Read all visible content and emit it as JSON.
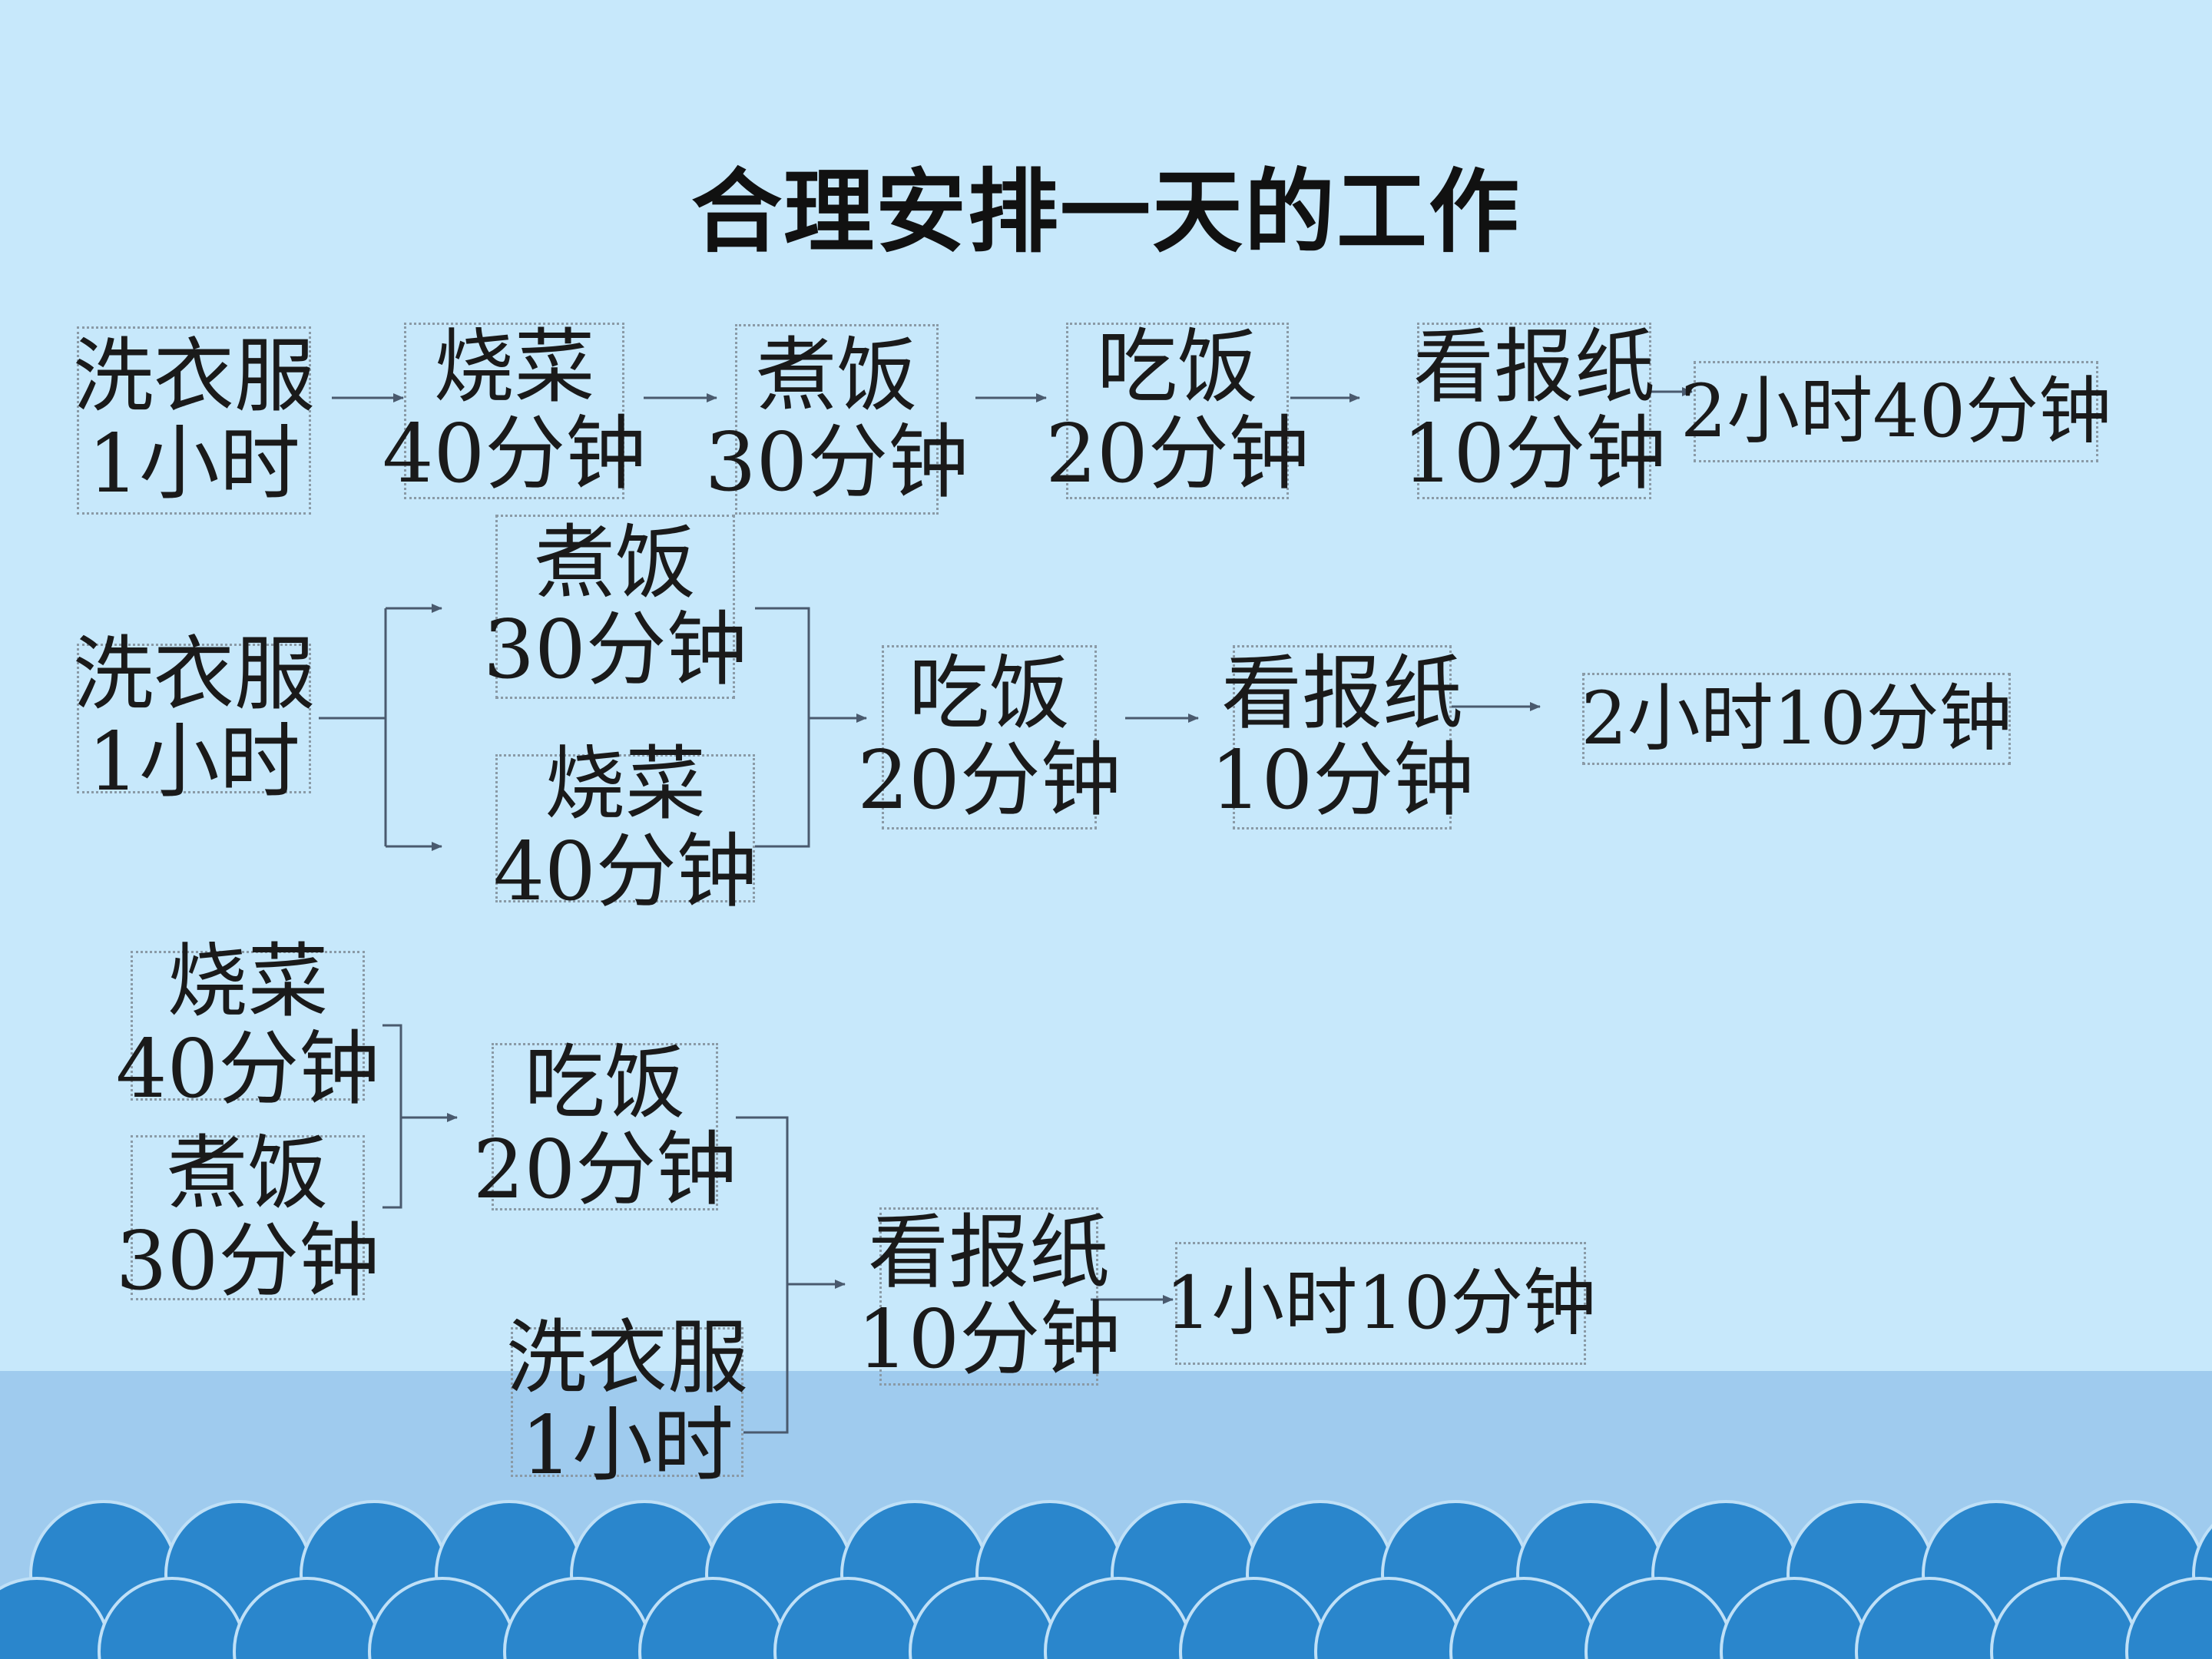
{
  "title": "合理安排一天的工作",
  "colors": {
    "background": "#c7e8fb",
    "bottom_band": "#9fcbee",
    "waves": "#2a86cc",
    "arrow": "#4a5a6e",
    "box_border": "#8a9aa6"
  },
  "nodes": {
    "r1_wash": {
      "task": "洗衣服",
      "time": "1小时"
    },
    "r1_cook": {
      "task": "烧菜",
      "time": "40分钟"
    },
    "r1_rice": {
      "task": "煮饭",
      "time": "30分钟"
    },
    "r1_eat": {
      "task": "吃饭",
      "time": "20分钟"
    },
    "r1_paper": {
      "task": "看报纸",
      "time": "10分钟"
    },
    "r1_total": {
      "text": "2小时40分钟"
    },
    "r2_wash": {
      "task": "洗衣服",
      "time": "1小时"
    },
    "r2_rice": {
      "task": "煮饭",
      "time": "30分钟"
    },
    "r2_cook": {
      "task": "烧菜",
      "time": "40分钟"
    },
    "r2_eat": {
      "task": "吃饭",
      "time": "20分钟"
    },
    "r2_paper": {
      "task": "看报纸",
      "time": "10分钟"
    },
    "r2_total": {
      "text": "2小时10分钟"
    },
    "r3_cook": {
      "task": "烧菜",
      "time": "40分钟"
    },
    "r3_rice": {
      "task": "煮饭",
      "time": "30分钟"
    },
    "r3_eat": {
      "task": "吃饭",
      "time": "20分钟"
    },
    "r3_wash": {
      "task": "洗衣服",
      "time": "1小时"
    },
    "r3_paper": {
      "task": "看报纸",
      "time": "10分钟"
    },
    "r3_total": {
      "text": "1小时10分钟"
    }
  }
}
